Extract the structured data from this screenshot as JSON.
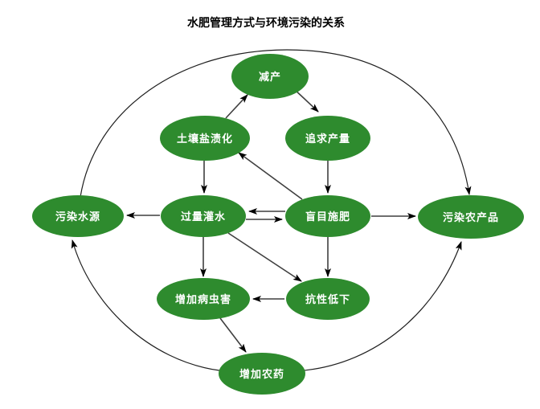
{
  "title": "水肥管理方式与环境污染的关系",
  "colors": {
    "node_fill": "#2e8b2e",
    "node_text": "#ffffff",
    "edge_line": "#3f3f3f",
    "arc_line": "#1f1f1f",
    "arrowhead": "#000000",
    "title_text": "#000000",
    "background": "#ffffff"
  },
  "nodes": [
    {
      "id": "jian-chan",
      "label": "减产"
    },
    {
      "id": "tu-rang-yan-zi-hua",
      "label": "土壤盐渍化"
    },
    {
      "id": "zhui-qiu-chan-liang",
      "label": "追求产量"
    },
    {
      "id": "wu-ran-shui-yuan",
      "label": "污染水源"
    },
    {
      "id": "guo-liang-guan-shui",
      "label": "过量灌水"
    },
    {
      "id": "mang-mu-shi-fei",
      "label": "盲目施肥"
    },
    {
      "id": "wu-ran-nong-chan-pin",
      "label": "污染农产品"
    },
    {
      "id": "zeng-jia-bing-chong-hai",
      "label": "增加病虫害"
    },
    {
      "id": "kang-xing-di-xia",
      "label": "抗性低下"
    },
    {
      "id": "zeng-jia-nong-yao",
      "label": "增加农药"
    }
  ],
  "edges": [
    {
      "from": "土壤盐渍化",
      "to": "减产",
      "style": "straight"
    },
    {
      "from": "减产",
      "to": "追求产量",
      "style": "straight"
    },
    {
      "from": "追求产量",
      "to": "盲目施肥",
      "style": "straight"
    },
    {
      "from": "盲目施肥",
      "to": "土壤盐渍化",
      "style": "straight"
    },
    {
      "from": "盲目施肥",
      "to": "过量灌水",
      "style": "straight"
    },
    {
      "from": "过量灌水",
      "to": "盲目施肥",
      "style": "straight"
    },
    {
      "from": "土壤盐渍化",
      "to": "过量灌水",
      "style": "straight"
    },
    {
      "from": "过量灌水",
      "to": "污染水源",
      "style": "straight"
    },
    {
      "from": "盲目施肥",
      "to": "污染农产品",
      "style": "straight"
    },
    {
      "from": "过量灌水",
      "to": "增加病虫害",
      "style": "straight"
    },
    {
      "from": "过量灌水",
      "to": "抗性低下",
      "style": "straight"
    },
    {
      "from": "盲目施肥",
      "to": "抗性低下",
      "style": "straight"
    },
    {
      "from": "抗性低下",
      "to": "增加病虫害",
      "style": "straight"
    },
    {
      "from": "增加病虫害",
      "to": "增加农药",
      "style": "straight"
    },
    {
      "from": "增加农药",
      "to": "污染水源",
      "style": "curved"
    },
    {
      "from": "增加农药",
      "to": "污染农产品",
      "style": "curved"
    },
    {
      "from": "污染水源",
      "to": "污染农产品",
      "style": "curved-top"
    }
  ]
}
